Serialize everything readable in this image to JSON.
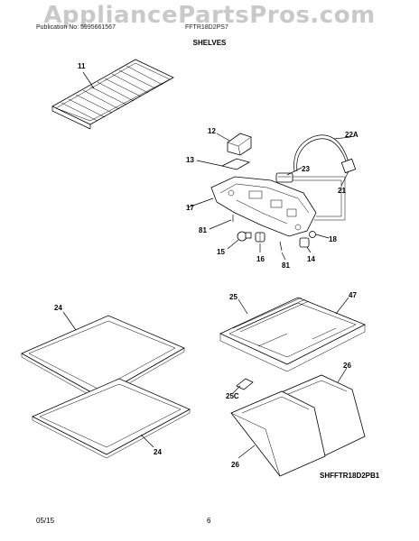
{
  "watermark": "AppliancePartsPros.com",
  "header": {
    "publication": "Publication No: 5995661567",
    "model": "FFTR18D2PS7"
  },
  "section_title": "SHELVES",
  "callouts": [
    "11",
    "12",
    "22A",
    "13",
    "23",
    "21",
    "17",
    "81",
    "18",
    "15",
    "16",
    "81",
    "14",
    "24",
    "24",
    "25",
    "47",
    "26",
    "25C",
    "26"
  ],
  "diagram_code": "SHFFTR18D2PB1",
  "footer": {
    "date": "05/15",
    "page": "6"
  }
}
